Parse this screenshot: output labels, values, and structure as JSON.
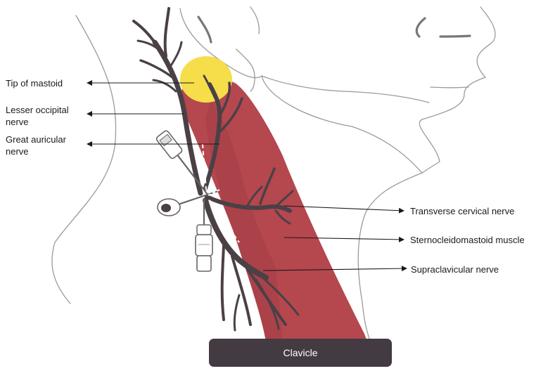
{
  "labels": {
    "tip_of_mastoid": "Tip of mastoid",
    "lesser_occipital_nerve": "Lesser occipital\nnerve",
    "great_auricular_nerve": "Great auricular\nnerve",
    "transverse_cervical_nerve": "Transverse cervical nerve",
    "sternocleidomastoid_muscle": "Sternocleidomastoid muscle",
    "supraclavicular_nerve": "Supraclavicular nerve",
    "clavicle": "Clavicle"
  },
  "colors": {
    "muscle": "#b5474f",
    "nerve": "#4a4046",
    "mastoid": "#f6dd4a",
    "outline": "#999999",
    "clavicle": "#443a42",
    "needle": "#666666"
  }
}
